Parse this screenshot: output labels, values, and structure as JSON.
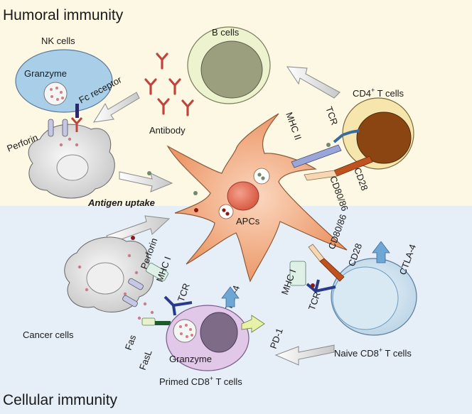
{
  "sections": {
    "humoral": "Humoral immunity",
    "cellular": "Cellular immunity"
  },
  "colors": {
    "humoral_bg": "#fcf8e3",
    "cellular_bg": "#e6eff8",
    "apc": "#f0a77b",
    "apc_nucleus": "#e8735a",
    "b_cell": "#eef3cf",
    "b_nucleus": "#9b9f7d",
    "cd4": "#f6e6ad",
    "cd4_nucleus": "#8b4513",
    "nk": "#a9cfe8",
    "cd8": "#d8e9f3",
    "cd8_nucleus": "#6b9bc1",
    "primed": "#e1c7e8",
    "primed_nucleus": "#7d6b88",
    "antibody": "#c0443d"
  },
  "labels": {
    "nk_cells": "NK cells",
    "granzyme_nk": "Granzyme",
    "fc_receptor": "Fc receptor",
    "perforin_top": "Perforin",
    "b_cells": "B cells",
    "antibody": "Antibody",
    "cd4_t_cells": "CD4",
    "cd4_sup": "+",
    "cd4_suffix": " T cells",
    "mhc_ii_top": "MHC II",
    "tcr_top": "TCR",
    "cd28_top": "CD28",
    "cd80_86_top": "CD80/86",
    "antigen_uptake": "Antigen uptake",
    "apcs": "APCs",
    "cd80_86_bottom": "CD80/86",
    "cd28_bottom": "CD28",
    "ctla4_right": "CTLA-4",
    "mhc_i_right": "MHC I",
    "tcr_right": "TCR",
    "naive_cd8": "Naive CD8",
    "naive_sup": "+",
    "naive_suffix": " T cells",
    "perforin_bottom": "Perforin",
    "mhc_i_left": "MHC I",
    "tcr_left": "TCR",
    "ctla4_left": "CTLA-4",
    "pd1": "PD-1",
    "cancer_cells": "Cancer cells",
    "fas": "Fas",
    "fasl": "FasL",
    "granzyme_primed": "Granzyme",
    "primed_cd8": "Primed CD8",
    "primed_sup": "+",
    "primed_suffix": " T cells"
  }
}
